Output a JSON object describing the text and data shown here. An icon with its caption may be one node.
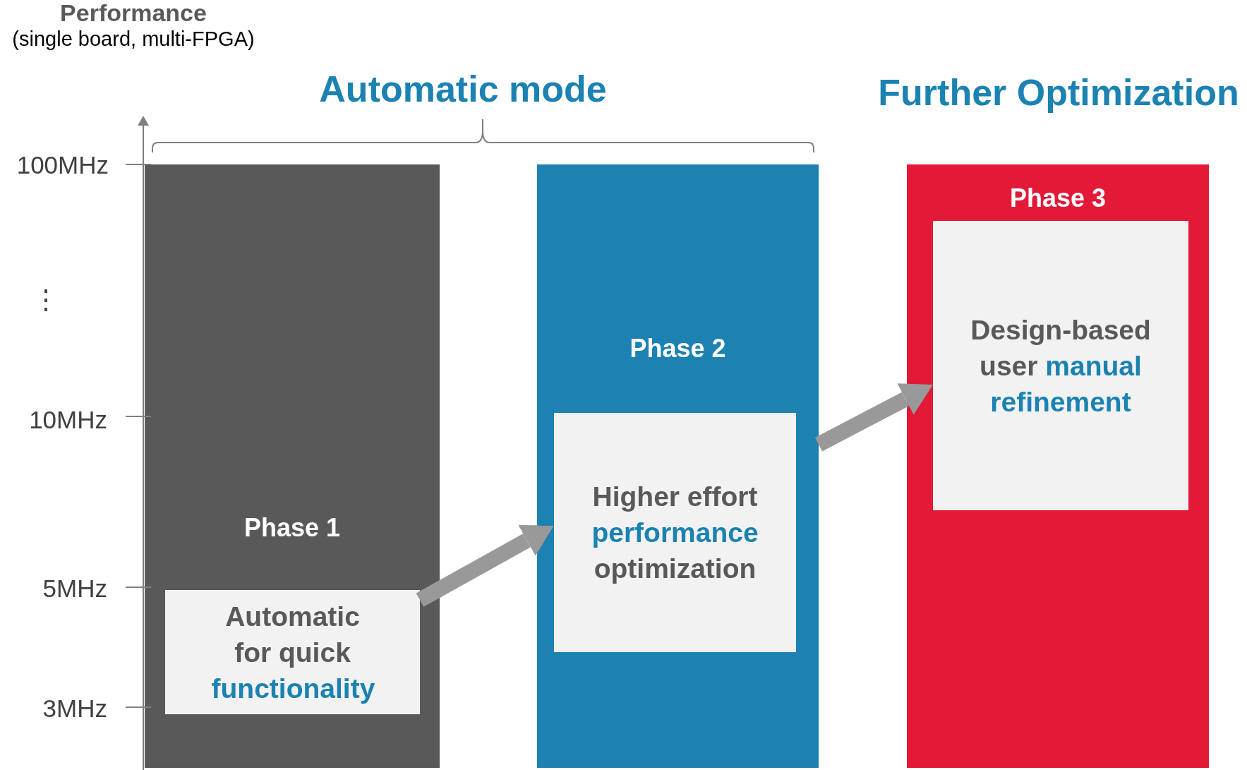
{
  "diagram": {
    "nodes": [
      {
        "text": [
          "Phase 1"
        ]
      },
      {
        "text": [
          "Automatic for quick",
          "functionality"
        ],
        "in": 0
      },
      {
        "text": [
          "Phase 2"
        ]
      },
      {
        "text": [
          "Higher effort",
          "performance",
          "optimization"
        ],
        "in": 2
      },
      {
        "text": [
          "Phase 3"
        ]
      },
      {
        "text": [
          "Design-based user",
          "manual refinement"
        ],
        "in": 4
      }
    ],
    "edges": [
      {
        "from": 1,
        "to": 3,
        "arrow": "to"
      },
      {
        "from": 2,
        "to": 5,
        "arrow": "to"
      }
    ],
    "labels": [
      "Performance",
      "(single board, multi-FPGA)",
      "Automatic mode",
      "Further Optimization",
      "100MHz",
      "⋮",
      "10MHz",
      "5MHz",
      "3MHz"
    ]
  }
}
